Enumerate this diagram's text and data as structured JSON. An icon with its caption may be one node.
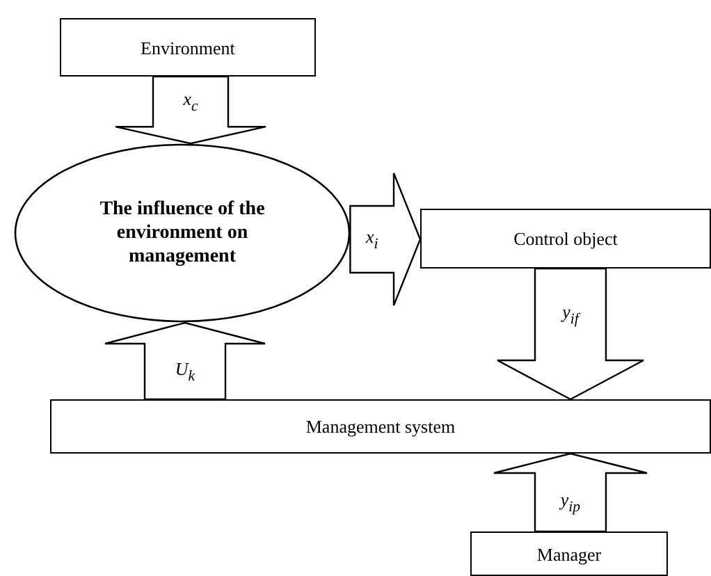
{
  "diagram": {
    "nodes": [
      {
        "text": [
          "Environment"
        ]
      },
      {
        "text": [
          "The influence of the environment on management"
        ]
      },
      {
        "text": [
          "Control object"
        ]
      },
      {
        "text": [
          "Management system"
        ]
      },
      {
        "text": [
          "Manager"
        ]
      }
    ],
    "edges": [
      {
        "from": 0,
        "to": 1,
        "arrow": "to",
        "label": "x$_{c}$"
      },
      {
        "from": 1,
        "to": 2,
        "arrow": "to",
        "label": "x$_{i}$"
      },
      {
        "from": 2,
        "to": 3,
        "arrow": "to",
        "label": "y$_{if}$"
      },
      {
        "from": 3,
        "to": 1,
        "arrow": "to",
        "label": "U$_{k}$"
      },
      {
        "from": 4,
        "to": 3,
        "arrow": "to",
        "label": "y$_{ip}$"
      }
    ]
  }
}
